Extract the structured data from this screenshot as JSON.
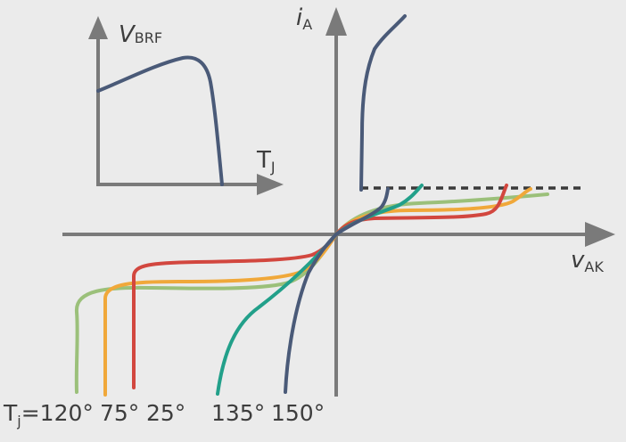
{
  "colors": {
    "background": "#ebebeb",
    "axis": "#7a7a7a",
    "text": "#3d3d3d",
    "curve_150": "#4a5a78",
    "curve_135": "#22a08a",
    "curve_120": "#9bc07a",
    "curve_75": "#f0a83a",
    "curve_25": "#d2473f"
  },
  "inset": {
    "ylabel_main": "V",
    "ylabel_sub": "BRF",
    "xlabel_main": "T",
    "xlabel_sub": "J"
  },
  "main": {
    "ylabel_main": "i",
    "ylabel_sub": "A",
    "xlabel_main": "v",
    "xlabel_sub": "AK"
  },
  "temperatures": {
    "prefix_main": "T",
    "prefix_sub": "j",
    "t120": "=120°",
    "t75": "75°",
    "t25": "25°",
    "t135": "135°",
    "t150": "150°"
  }
}
